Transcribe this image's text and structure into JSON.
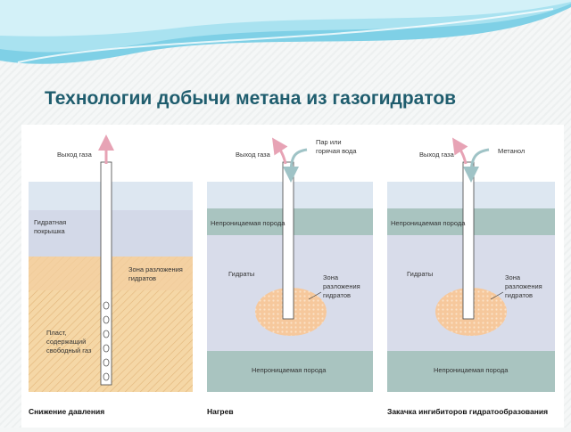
{
  "slide": {
    "title": "Технологии добычи метана из газогидратов"
  },
  "panels": [
    {
      "caption": "Снижение давления",
      "outlet_label": "Выход газа",
      "layer_cap_label_1": "Гидратная",
      "layer_cap_label_2": "покрышка",
      "zone_label_1": "Зона разложения",
      "zone_label_2": "гидратов",
      "reservoir_label_1": "Пласт,",
      "reservoir_label_2": "содержащий",
      "reservoir_label_3": "свободный газ"
    },
    {
      "caption": "Нагрев",
      "outlet_label": "Выход газа",
      "inlet_label_1": "Пар или",
      "inlet_label_2": "горячая вода",
      "top_rock_label": "Непроницаемая порода",
      "hydrates_label": "Гидраты",
      "zone_label_1": "Зона",
      "zone_label_2": "разложения",
      "zone_label_3": "гидратов",
      "bottom_rock_label": "Непроницаемая порода"
    },
    {
      "caption": "Закачка ингибиторов гидратообразования",
      "outlet_label": "Выход газа",
      "inlet_label": "Метанол",
      "top_rock_label": "Непроницаемая порода",
      "hydrates_label": "Гидраты",
      "zone_label_1": "Зона",
      "zone_label_2": "разложения",
      "zone_label_3": "гидратов",
      "bottom_rock_label": "Непроницаемая порода"
    }
  ],
  "colors": {
    "title": "#1f5d6e",
    "sky": "#dde7f1",
    "hydrate_cap": "#d3d9e8",
    "sand": "#f5d7a6",
    "rock": "#a9c4c0",
    "hydrate": "#d8dcea",
    "zone": "#f6c89c",
    "gas_arrow": "#e7a3b5",
    "inject_arrow": "#9fc3c6"
  }
}
